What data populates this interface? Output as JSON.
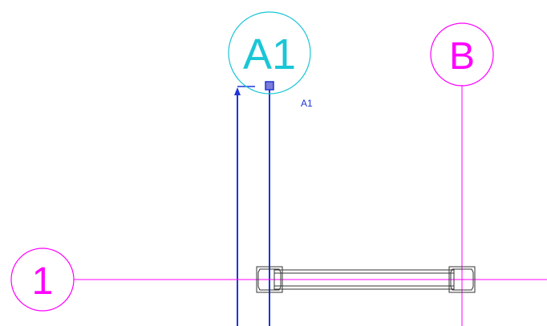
{
  "grid": {
    "selected_bubble": {
      "label": "A1",
      "color": "#19c6d6"
    },
    "bubble_b": {
      "label": "B",
      "color": "#ff00ff"
    },
    "bubble_1": {
      "label": "1",
      "color": "#ff00ff"
    },
    "grid_line_color": "#ff00ff",
    "selected_line_color": "#1f35d8"
  },
  "annotation": {
    "tag_label": "A1"
  },
  "element": {
    "beam_color": "#333333"
  }
}
